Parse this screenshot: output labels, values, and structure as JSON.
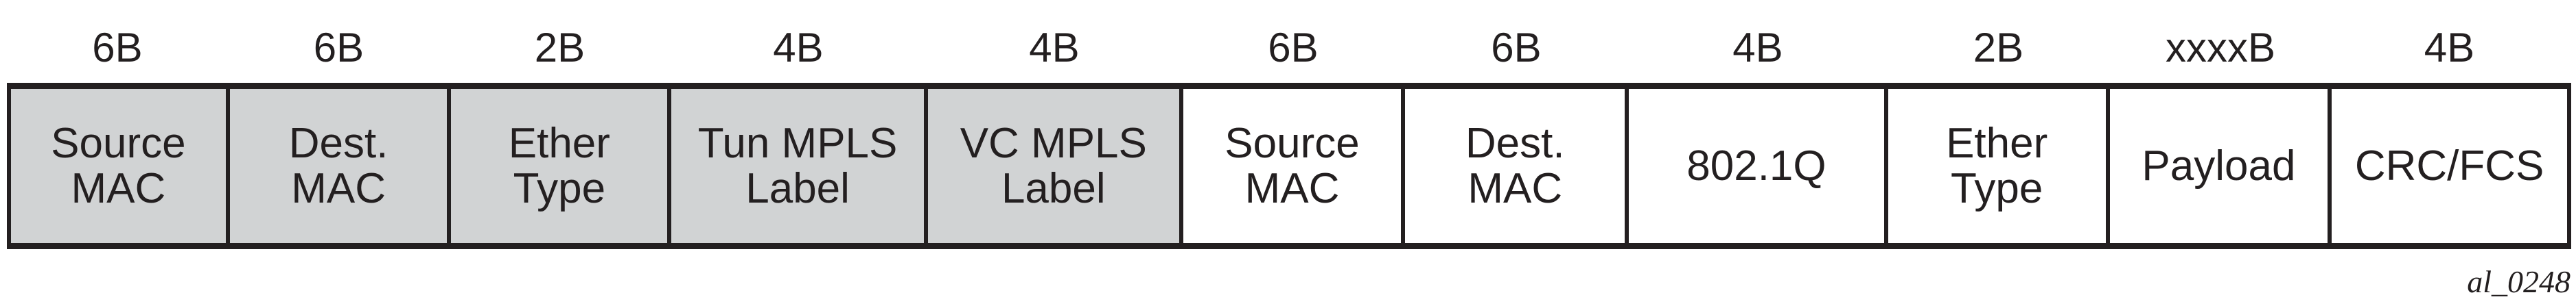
{
  "fields": [
    {
      "size": "6B",
      "label": "Source\nMAC",
      "shaded": true
    },
    {
      "size": "6B",
      "label": "Dest.\nMAC",
      "shaded": true
    },
    {
      "size": "2B",
      "label": "Ether\nType",
      "shaded": true
    },
    {
      "size": "4B",
      "label": "Tun MPLS\nLabel",
      "shaded": true
    },
    {
      "size": "4B",
      "label": "VC MPLS\nLabel",
      "shaded": true
    },
    {
      "size": "6B",
      "label": "Source\nMAC",
      "shaded": false
    },
    {
      "size": "6B",
      "label": "Dest.\nMAC",
      "shaded": false
    },
    {
      "size": "4B",
      "label": "802.1Q",
      "shaded": false
    },
    {
      "size": "2B",
      "label": "Ether\nType",
      "shaded": false
    },
    {
      "size": "xxxxB",
      "label": "Payload",
      "shaded": false
    },
    {
      "size": "4B",
      "label": "CRC/FCS",
      "shaded": false
    }
  ],
  "colors": {
    "shaded": "#d1d3d4",
    "line": "#231f20"
  },
  "figure_id": "al_0248"
}
